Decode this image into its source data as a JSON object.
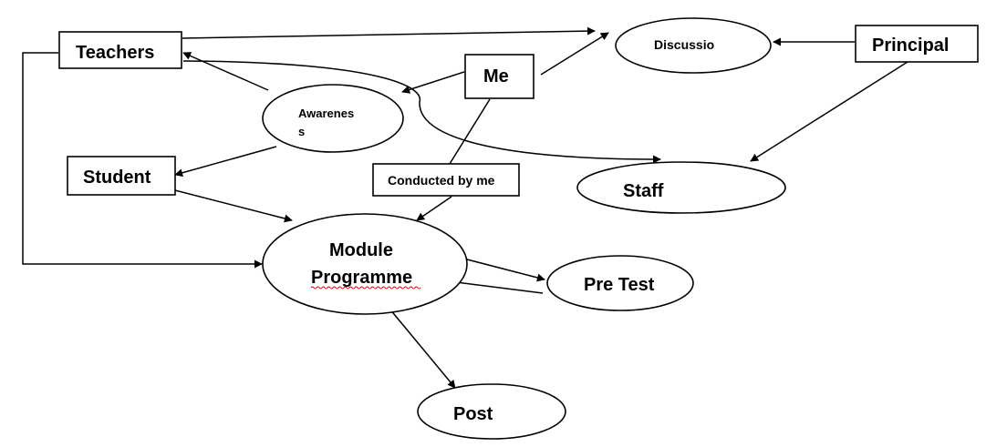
{
  "diagram": {
    "nodes": {
      "teachers": "Teachers",
      "discussion": "Discussio",
      "principal": "Principal",
      "me": "Me",
      "awareness_line1": "Awarenes",
      "awareness_line2": "s",
      "student": "Student",
      "conducted": "Conducted by me",
      "staff": "Staff",
      "module_line1": "Module",
      "module_line2": "Programme",
      "pretest": "Pre Test",
      "post": "Post"
    },
    "colors": {
      "stroke": "#000000",
      "background": "#ffffff",
      "spellcheck_underline": "#d10000"
    }
  }
}
